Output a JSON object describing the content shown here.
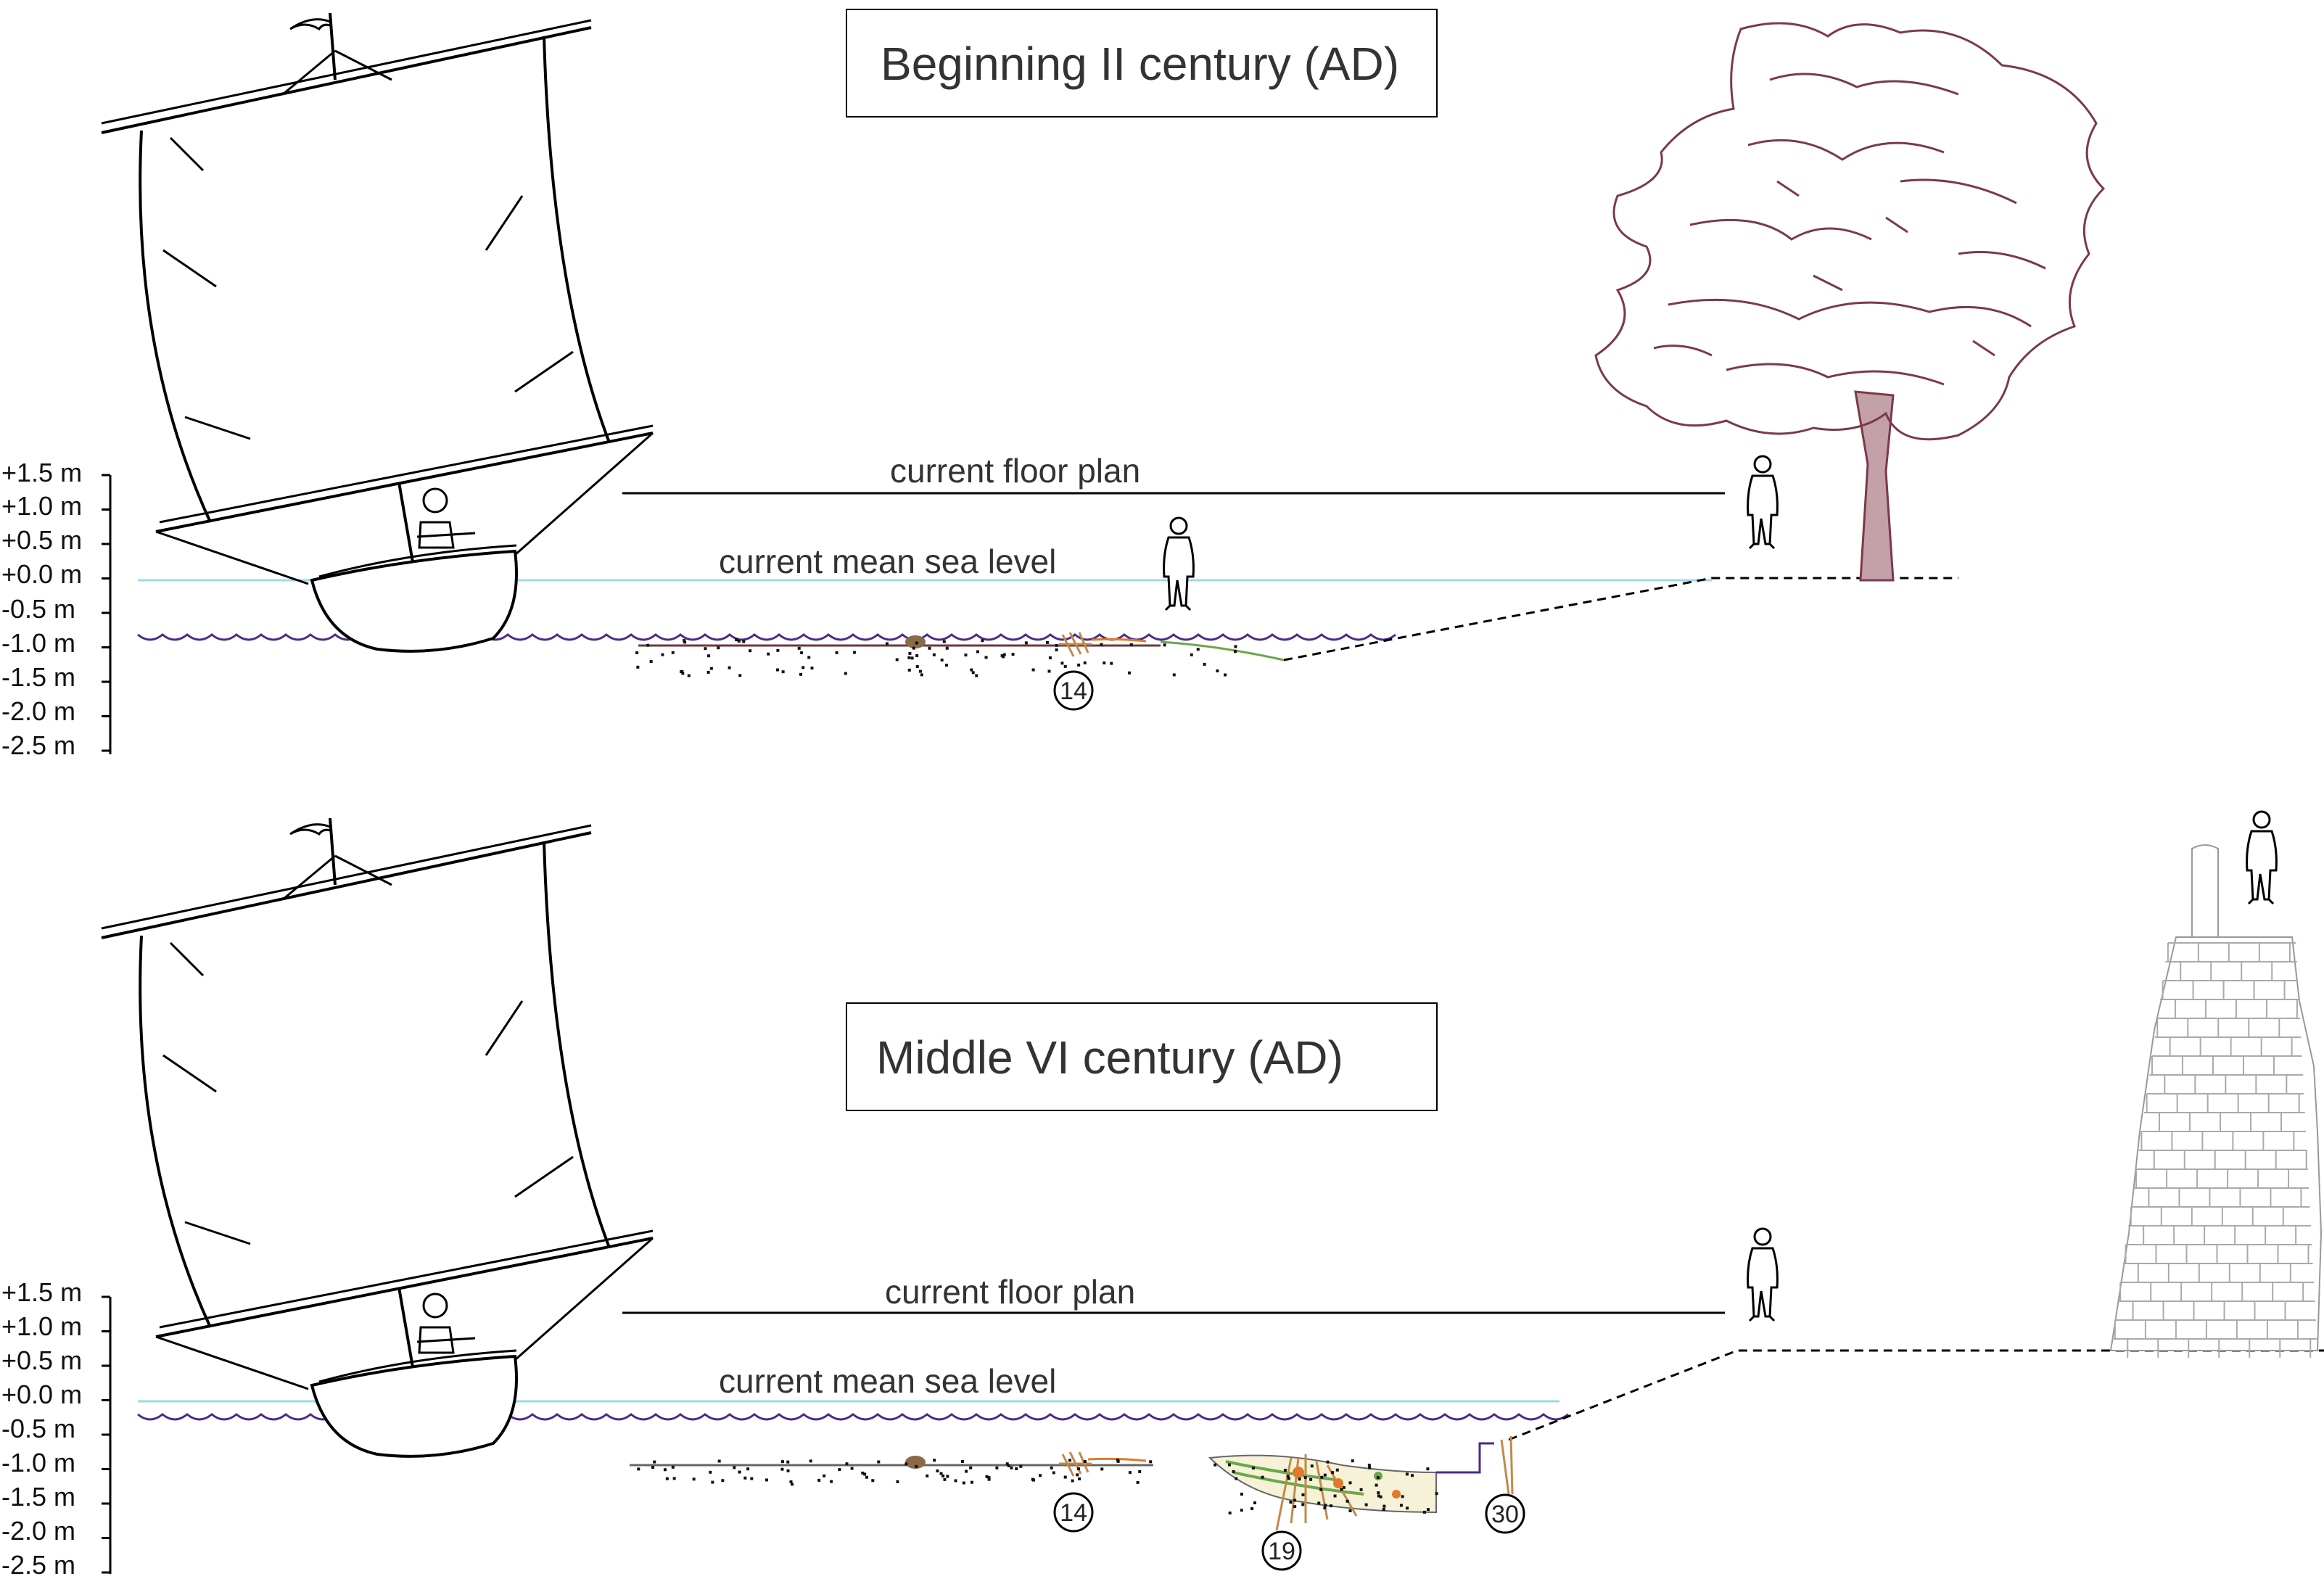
{
  "colors": {
    "sea_level": "#9fd8e8",
    "waves": "#4a2a8a",
    "tree": "#7a3a4a",
    "sediment_brown": "#8a6a4a",
    "sediment_orange": "#e07a2a",
    "sediment_green": "#6aa84a",
    "line": "#000000"
  },
  "axis_labels": [
    "+1.5 m",
    "+1.0 m",
    "+0.5 m",
    "+0.0 m",
    "-0.5 m",
    "-1.0 m",
    "-1.5 m",
    "-2.0 m",
    "-2.5 m"
  ],
  "panels": [
    {
      "title": "Beginning II century (AD)",
      "floor_label": "current floor plan",
      "sea_label": "current mean sea level",
      "markers": [
        "14"
      ],
      "landmark": "tree-icon"
    },
    {
      "title": "Middle VI century (AD)",
      "floor_label": "current floor plan",
      "sea_label": "current mean sea level",
      "markers": [
        "14",
        "19",
        "30"
      ],
      "landmark": "tower-icon"
    }
  ]
}
